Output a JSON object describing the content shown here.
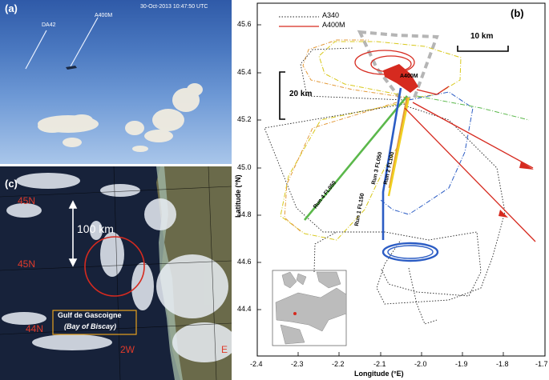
{
  "panel_a": {
    "letter": "(a)",
    "timestamp": "30-Oct-2013 10:47:50 UTC",
    "label_da42": "DA42",
    "label_a400m": "A400M"
  },
  "panel_c": {
    "letter": "(c)",
    "lat_labels": [
      "45N",
      "45N",
      "44N"
    ],
    "lon_label": "2W",
    "lon_label_partial": "E",
    "scale_label": "100 km",
    "gulf_label": "Gulf de Gascoigne",
    "bay_label": "(Bay of Biscay)",
    "colors": {
      "circle": "#d62a1f",
      "box": "#e7a21e",
      "grid_label": "#e03a2a"
    }
  },
  "panel_b": {
    "letter": "(b)",
    "legend": [
      {
        "label": "A340",
        "style": "dotted",
        "color": "#222222"
      },
      {
        "label": "A400M",
        "style": "solid",
        "color": "#d62a1f"
      }
    ],
    "scale_10km": "10 km",
    "scale_20km": "20 km",
    "aircraft_label": "A400M",
    "runs": [
      {
        "label": "Run 1 FL150",
        "color": "#2b5cc4"
      },
      {
        "label": "Run 2 FL100",
        "color": "#f0d020"
      },
      {
        "label": "Run 3 FL050",
        "color": "#e39a3a"
      },
      {
        "label": "Run 4 FL050",
        "color": "#5bb84b"
      }
    ],
    "xlabel": "Longitude (°E)",
    "ylabel": "Latitude (°N)",
    "xticks": [
      "-2.4",
      "-2.3",
      "-2.2",
      "-2.1",
      "-2.0",
      "-1.9",
      "-1.8",
      "-1.7"
    ],
    "yticks": [
      "45.6",
      "45.4",
      "45.2",
      "45.0",
      "44.8",
      "44.6",
      "44.4"
    ],
    "xlim": [
      -2.4,
      -1.7
    ],
    "ylim": [
      44.23,
      45.68
    ]
  }
}
